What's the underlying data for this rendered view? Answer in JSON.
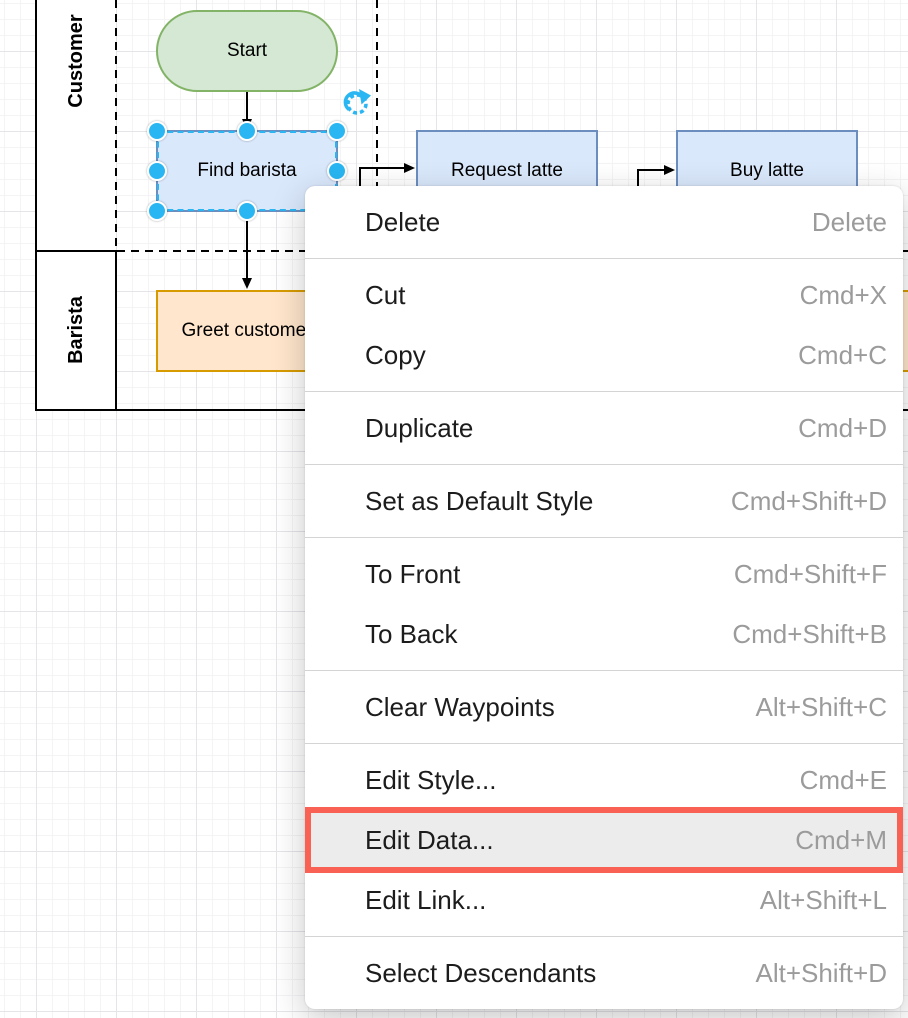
{
  "diagram": {
    "lanes": {
      "customer": {
        "label": "Customer"
      },
      "barista": {
        "label": "Barista"
      }
    },
    "nodes": {
      "start": {
        "label": "Start",
        "type": "terminator"
      },
      "find_barista": {
        "label": "Find barista",
        "type": "task",
        "selected": true
      },
      "request_latte": {
        "label": "Request latte",
        "type": "task"
      },
      "buy_latte": {
        "label": "Buy latte",
        "type": "task"
      },
      "greet_customer": {
        "label": "Greet customer",
        "type": "task"
      }
    },
    "colors": {
      "selection_accent": "#29b6f2",
      "terminator_fill": "#d5e8d4",
      "terminator_stroke": "#82b366",
      "task_fill": "#dae8fc",
      "task_stroke": "#6c8ebf",
      "orange_task_fill": "#ffe6cc",
      "orange_task_stroke": "#d79b00",
      "lane_stroke": "#000000"
    }
  },
  "context_menu": {
    "highlight_border_color": "#fa6155",
    "highlight_background": "#ececec",
    "items": [
      {
        "label": "Delete",
        "shortcut": "Delete"
      },
      {
        "separator": true
      },
      {
        "label": "Cut",
        "shortcut": "Cmd+X"
      },
      {
        "label": "Copy",
        "shortcut": "Cmd+C"
      },
      {
        "separator": true
      },
      {
        "label": "Duplicate",
        "shortcut": "Cmd+D"
      },
      {
        "separator": true
      },
      {
        "label": "Set as Default Style",
        "shortcut": "Cmd+Shift+D"
      },
      {
        "separator": true
      },
      {
        "label": "To Front",
        "shortcut": "Cmd+Shift+F"
      },
      {
        "label": "To Back",
        "shortcut": "Cmd+Shift+B"
      },
      {
        "separator": true
      },
      {
        "label": "Clear Waypoints",
        "shortcut": "Alt+Shift+C"
      },
      {
        "separator": true
      },
      {
        "label": "Edit Style...",
        "shortcut": "Cmd+E"
      },
      {
        "label": "Edit Data...",
        "shortcut": "Cmd+M",
        "highlighted": true
      },
      {
        "label": "Edit Link...",
        "shortcut": "Alt+Shift+L"
      },
      {
        "separator": true
      },
      {
        "label": "Select Descendants",
        "shortcut": "Alt+Shift+D"
      }
    ]
  }
}
